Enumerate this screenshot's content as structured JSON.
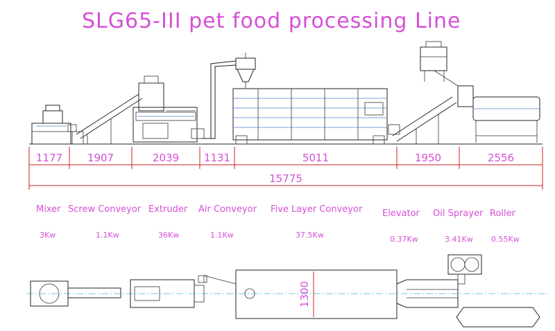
{
  "title": "SLG65-III pet food processing Line",
  "dimensions": {
    "segments": [
      "1177",
      "1907",
      "2039",
      "1131",
      "5011",
      "1950",
      "2556"
    ],
    "total": "15775",
    "width": "1300"
  },
  "equipment": [
    {
      "name": "Mixer",
      "power": "3Kw"
    },
    {
      "name": "Screw Conveyor",
      "power": "1.1Kw"
    },
    {
      "name": "Extruder",
      "power": "36Kw"
    },
    {
      "name": "Air Conveyor",
      "power": "1.1Kw"
    },
    {
      "name": "Five Layer Conveyor",
      "power": "37.5Kw"
    },
    {
      "name": "Elevator",
      "power": "0.37Kw"
    },
    {
      "name": "Oil Sprayer",
      "power": "3.41Kw"
    },
    {
      "name": "Roller",
      "power": "0.55Kw"
    }
  ],
  "colors": {
    "label": "#d64fd6",
    "dim_line": "#cc2222",
    "center_line": "#3bbad6"
  }
}
